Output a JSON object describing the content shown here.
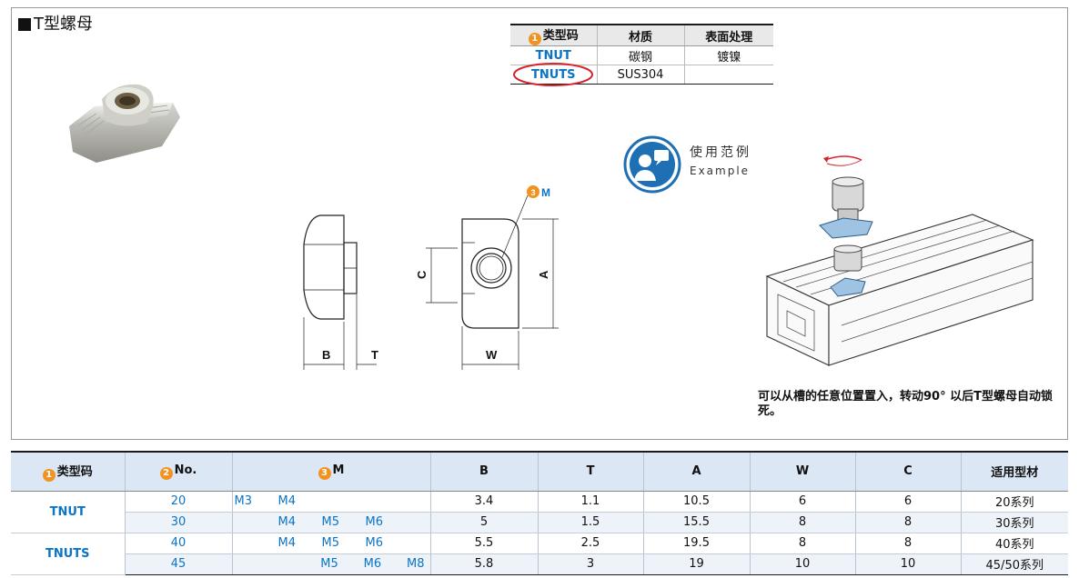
{
  "title": "T型螺母",
  "type_table": {
    "headers": [
      "类型码",
      "材质",
      "表面处理"
    ],
    "header_num": "1",
    "rows": [
      {
        "code": "TNUT",
        "material": "碳钢",
        "surface": "镀镍"
      },
      {
        "code": "TNUTS",
        "material": "SUS304",
        "surface": ""
      }
    ]
  },
  "drawing": {
    "m_num": "3",
    "m_label": "M",
    "labels": {
      "C": "C",
      "A": "A",
      "B": "B",
      "T": "T",
      "W": "W"
    }
  },
  "example": {
    "cn": "使用范例",
    "en": "Example"
  },
  "note": "可以从槽的任意位置置入，转动90° 以后T型螺母自动锁死。",
  "spec": {
    "headers": {
      "type": "类型码",
      "type_num": "1",
      "no": "No.",
      "no_num": "2",
      "m": "M",
      "m_num": "3",
      "B": "B",
      "T": "T",
      "A": "A",
      "W": "W",
      "C": "C",
      "profile": "适用型材"
    },
    "type_codes": [
      "TNUT",
      "TNUTS"
    ],
    "rows": [
      {
        "no": "20",
        "m": [
          "M3",
          "M4",
          "",
          "",
          ""
        ],
        "B": "3.4",
        "T": "1.1",
        "A": "10.5",
        "W": "6",
        "C": "6",
        "profile": "20系列"
      },
      {
        "no": "30",
        "m": [
          "",
          "M4",
          "M5",
          "M6",
          ""
        ],
        "B": "5",
        "T": "1.5",
        "A": "15.5",
        "W": "8",
        "C": "8",
        "profile": "30系列"
      },
      {
        "no": "40",
        "m": [
          "",
          "M4",
          "M5",
          "M6",
          ""
        ],
        "B": "5.5",
        "T": "2.5",
        "A": "19.5",
        "W": "8",
        "C": "8",
        "profile": "40系列"
      },
      {
        "no": "45",
        "m": [
          "",
          "",
          "M5",
          "M6",
          "M8"
        ],
        "B": "5.8",
        "T": "3",
        "A": "19",
        "W": "10",
        "C": "10",
        "profile": "45/50系列"
      }
    ]
  },
  "colors": {
    "accent_blue": "#0b74c4",
    "badge_orange": "#f29321",
    "circle_red": "#d9232a",
    "header_blue": "#dbe7f4"
  }
}
